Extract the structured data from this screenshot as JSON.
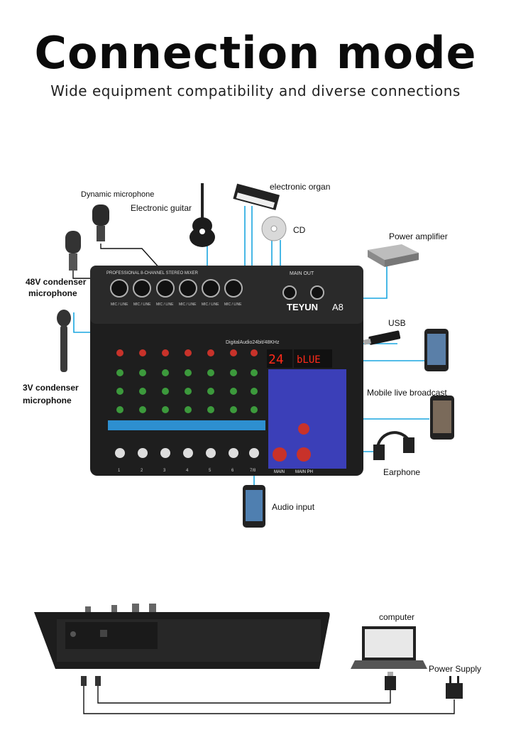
{
  "title": "Connection mode",
  "subtitle": "Wide equipment compatibility and diverse connections",
  "labels": {
    "dynamic_mic": "Dynamic microphone",
    "guitar": "Electronic guitar",
    "organ": "electronic organ",
    "cd": "CD",
    "power_amp": "Power amplifier",
    "condenser48_l1": "48V condenser",
    "condenser48_l2": "microphone",
    "usb": "USB",
    "condenser3_l1": "3V condenser",
    "condenser3_l2": "microphone",
    "mobile_live": "Mobile live broadcast",
    "earphone": "Earphone",
    "audio_input": "Audio input",
    "computer": "computer",
    "power_supply": "Power Supply"
  },
  "mixer": {
    "brand": "TEYUN",
    "model": "A8",
    "header_text": "PROFESSIONAL 8-CHANNEL STEREO MIXER",
    "main_out": "MAIN OUT",
    "digital_audio": "DigitalAudio24bit/48KHz",
    "display": "24",
    "display_text": "bLUE",
    "channel_numbers": [
      "1",
      "2",
      "3",
      "4",
      "5",
      "6",
      "7/8"
    ],
    "main": "MAIN",
    "main_ph": "MAIN PH",
    "mic_line": "MIC / LINE"
  },
  "colors": {
    "accent_cyan": "#1aa6e0",
    "mixer_body": "#222222",
    "knob_red": "#c8322a",
    "knob_green": "#3c9a3c",
    "fx_panel": "#3b3fb8"
  }
}
